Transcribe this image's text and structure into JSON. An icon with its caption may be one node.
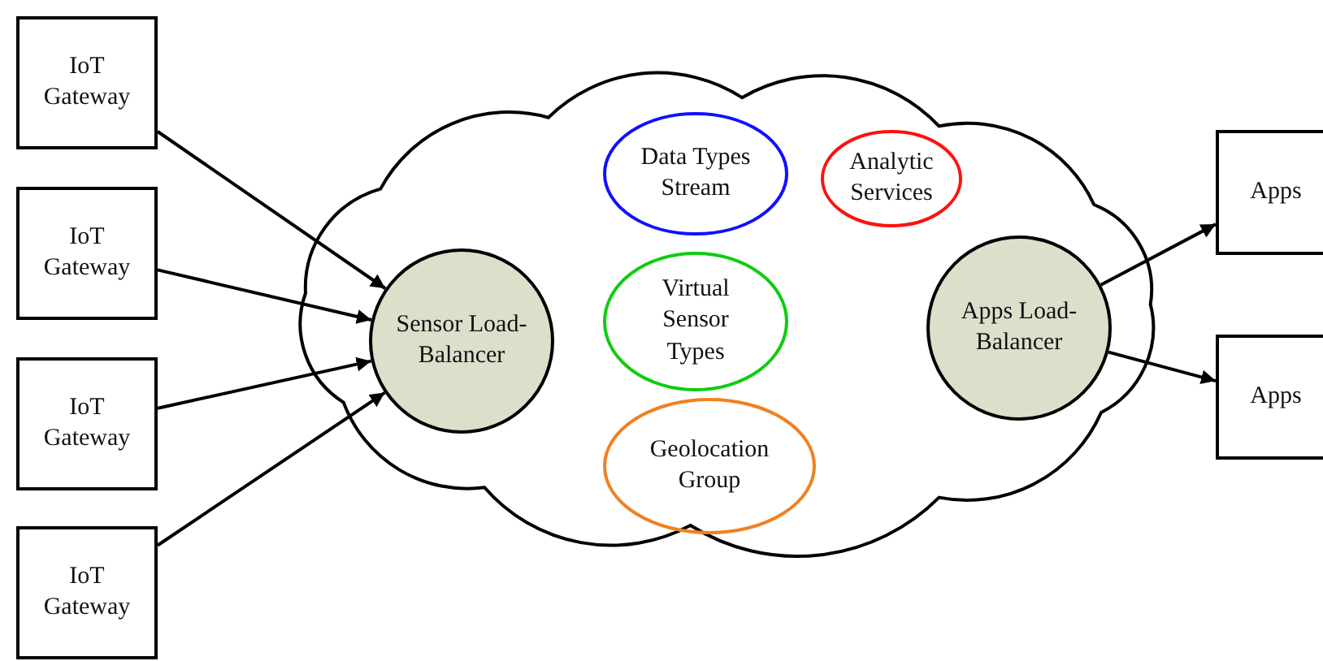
{
  "diagram": {
    "nodes": [
      {
        "text": [
          "IoT Gateway"
        ]
      },
      {
        "text": [
          "IoT Gateway"
        ]
      },
      {
        "text": [
          "IoT Gateway"
        ]
      },
      {
        "text": [
          "IoT Gateway"
        ]
      },
      {
        "text": [],
        "shape": "cloud"
      },
      {
        "text": [
          "Sensor Load-Balancer"
        ],
        "in": 4
      },
      {
        "text": [
          "Data Types Stream"
        ],
        "in": 4
      },
      {
        "text": [
          "Analytic Services"
        ],
        "in": 4
      },
      {
        "text": [
          "Virtual Sensor Types"
        ],
        "in": 4
      },
      {
        "text": [
          "Geolocation Group"
        ],
        "in": 4
      },
      {
        "text": [
          "Apps Load-Balancer"
        ],
        "in": 4
      },
      {
        "text": [
          "Apps"
        ]
      },
      {
        "text": [
          "Apps"
        ]
      }
    ],
    "edges": [
      {
        "from": 0,
        "to": 5,
        "arrow": "to"
      },
      {
        "from": 1,
        "to": 5,
        "arrow": "to"
      },
      {
        "from": 2,
        "to": 5,
        "arrow": "to"
      },
      {
        "from": 3,
        "to": 5,
        "arrow": "to"
      },
      {
        "from": 10,
        "to": 11,
        "arrow": "to"
      },
      {
        "from": 10,
        "to": 12,
        "arrow": "to"
      }
    ]
  }
}
